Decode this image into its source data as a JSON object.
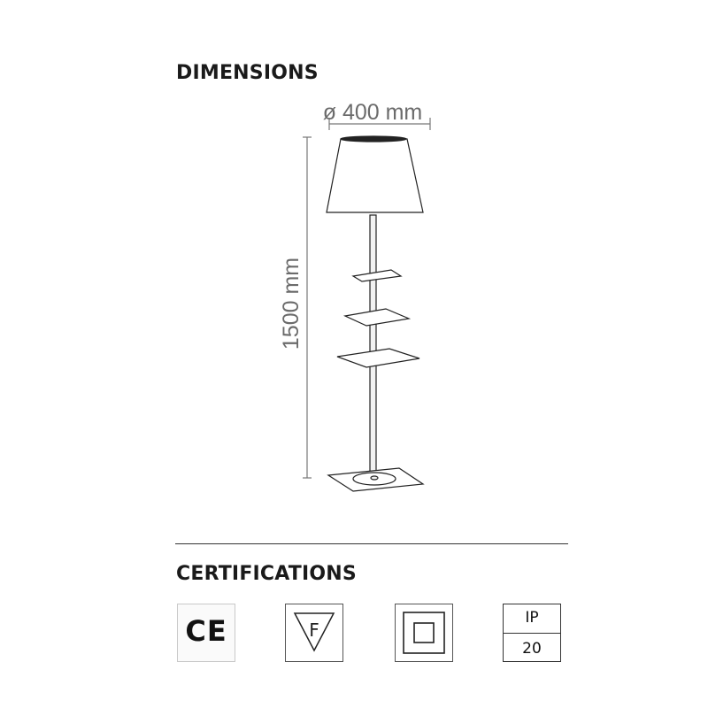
{
  "dimensions": {
    "heading": "DIMENSIONS",
    "diameter_label": "ø 400 mm",
    "height_label": "1500 mm"
  },
  "certifications": {
    "heading": "CERTIFICATIONS",
    "items": [
      {
        "icon": "ce-mark-icon",
        "text": "CE"
      },
      {
        "icon": "f-mark-icon",
        "text": "F"
      },
      {
        "icon": "double-insulation-icon"
      },
      {
        "icon": "ip-rating-icon",
        "top": "IP",
        "bottom": "20"
      }
    ]
  }
}
